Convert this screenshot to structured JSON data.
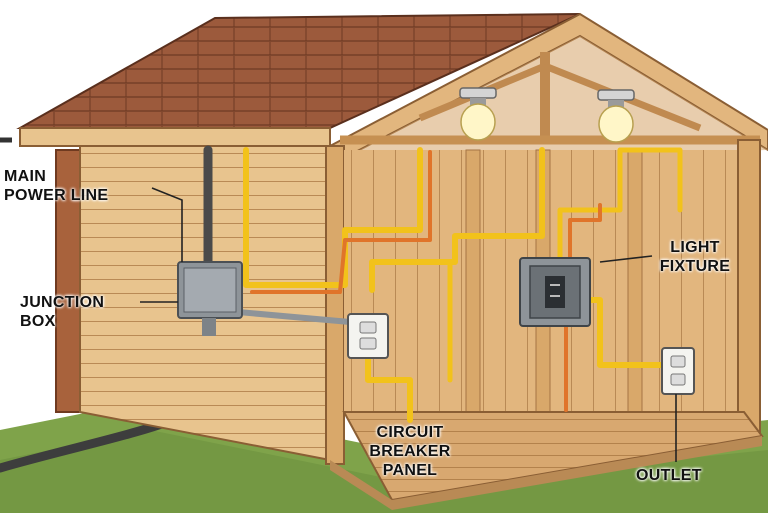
{
  "labels": {
    "main_power_line": [
      "MAIN",
      "POWER LINE"
    ],
    "junction_box": [
      "JUNCTION",
      "BOX"
    ],
    "light_fixture": [
      "LIGHT",
      "FIXTURE"
    ],
    "circuit_breaker_panel": [
      "CIRCUIT",
      "BREAKER",
      "PANEL"
    ],
    "outlet": "OUTLET"
  },
  "colors": {
    "roof_shingles": "#9c5a3c",
    "wood_wall": "#e8c48e",
    "wood_frame": "#d9a86a",
    "interior_wall": "#e2b67e",
    "floor": "#d8a870",
    "grass": "#7fa34a",
    "power_cable": "#4a4a4a",
    "conduit_yellow": "#f2c21b",
    "conduit_orange": "#e0742a",
    "box_grey": "#8e9499"
  }
}
